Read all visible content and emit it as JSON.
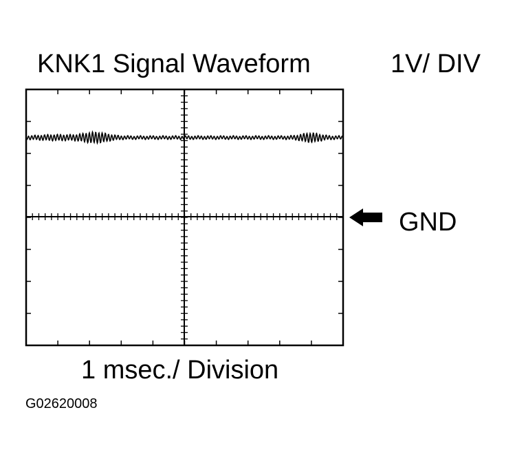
{
  "title": "KNK1 Signal Waveform",
  "vertical_scale": "1V/ DIV",
  "reference_label": "GND",
  "horizontal_scale": "1 msec./ Division",
  "figure_id": "G02620008",
  "colors": {
    "trace": "#000000",
    "background": "#ffffff"
  },
  "icons": {
    "ground_pointer": "left-arrow-icon"
  }
}
